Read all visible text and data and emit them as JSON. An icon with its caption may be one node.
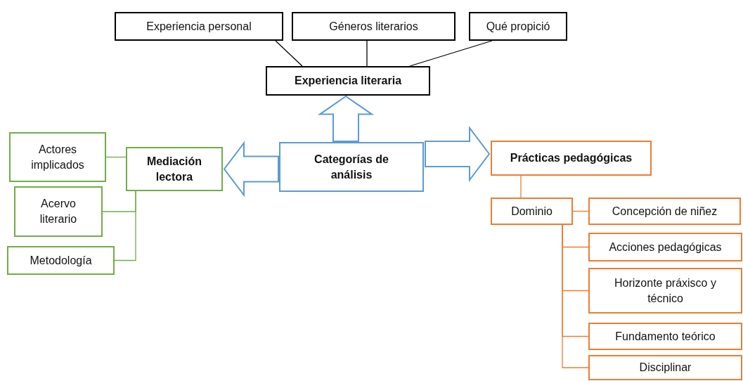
{
  "diagram": {
    "nodes": [
      {
        "text": [
          "Experiencia personal"
        ]
      },
      {
        "text": [
          "Géneros literarios"
        ]
      },
      {
        "text": [
          "Qué propició"
        ]
      },
      {
        "text": [
          "Experiencia literaria"
        ]
      },
      {
        "text": [
          "Categorías de análisis"
        ]
      },
      {
        "text": [
          "Mediación lectora"
        ]
      },
      {
        "text": [
          "Actores implicados"
        ]
      },
      {
        "text": [
          "Acervo literario"
        ]
      },
      {
        "text": [
          "Metodología"
        ]
      },
      {
        "text": [
          "Prácticas pedagógicas"
        ]
      },
      {
        "text": [
          "Dominio"
        ]
      },
      {
        "text": [
          "Concepción de niñez"
        ]
      },
      {
        "text": [
          "Acciones pedagógicas"
        ]
      },
      {
        "text": [
          "Horizonte práxisco y técnico"
        ]
      },
      {
        "text": [
          "Fundamento teórico"
        ]
      },
      {
        "text": [
          "Disciplinar"
        ]
      }
    ],
    "edges": [
      {
        "from": 0,
        "to": 3,
        "arrow": "none",
        "color": "#000000"
      },
      {
        "from": 1,
        "to": 3,
        "arrow": "none",
        "color": "#000000"
      },
      {
        "from": 2,
        "to": 3,
        "arrow": "none",
        "color": "#000000"
      },
      {
        "from": 4,
        "to": 3,
        "arrow": "to",
        "style": "thick",
        "color": "#5b9bd5"
      },
      {
        "from": 4,
        "to": 5,
        "arrow": "to",
        "style": "thick",
        "color": "#5b9bd5"
      },
      {
        "from": 4,
        "to": 9,
        "arrow": "to",
        "style": "thick",
        "color": "#5b9bd5"
      },
      {
        "from": 5,
        "to": 6,
        "arrow": "none",
        "color": "#70ad47"
      },
      {
        "from": 5,
        "to": 7,
        "arrow": "none",
        "color": "#70ad47"
      },
      {
        "from": 5,
        "to": 8,
        "arrow": "none",
        "color": "#70ad47"
      },
      {
        "from": 9,
        "to": 10,
        "arrow": "none"
      },
      {
        "from": 10,
        "to": 11,
        "arrow": "none"
      },
      {
        "from": 10,
        "to": 12,
        "arrow": "none"
      },
      {
        "from": 10,
        "to": 13,
        "arrow": "none"
      },
      {
        "from": 10,
        "to": 14,
        "arrow": "none"
      },
      {
        "from": 10,
        "to": 15,
        "arrow": "none"
      }
    ]
  }
}
